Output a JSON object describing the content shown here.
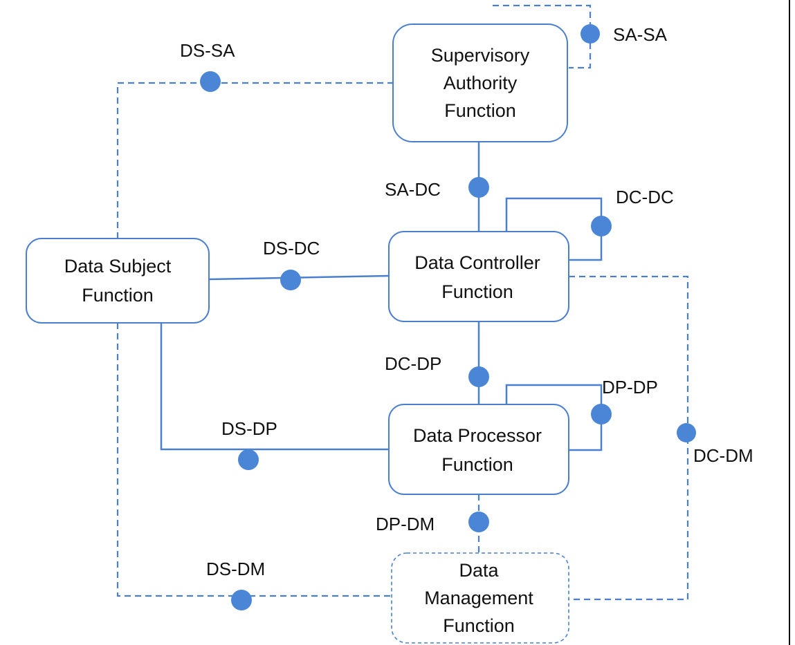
{
  "nodes": {
    "supervisory_authority": [
      "Supervisory",
      "Authority",
      "Function"
    ],
    "data_subject": [
      "Data Subject",
      "Function"
    ],
    "data_controller": [
      "Data Controller",
      "Function"
    ],
    "data_processor": [
      "Data Processor",
      "Function"
    ],
    "data_management": [
      "Data",
      "Management",
      "Function"
    ]
  },
  "edges": {
    "sa_sa": "SA-SA",
    "ds_sa": "DS-SA",
    "sa_dc": "SA-DC",
    "dc_dc": "DC-DC",
    "ds_dc": "DS-DC",
    "dc_dp": "DC-DP",
    "dp_dp": "DP-DP",
    "ds_dp": "DS-DP",
    "dc_dm": "DC-DM",
    "dp_dm": "DP-DM",
    "ds_dm": "DS-DM"
  },
  "colors": {
    "line": "#4a7fd0",
    "dot": "#4a85d6"
  }
}
